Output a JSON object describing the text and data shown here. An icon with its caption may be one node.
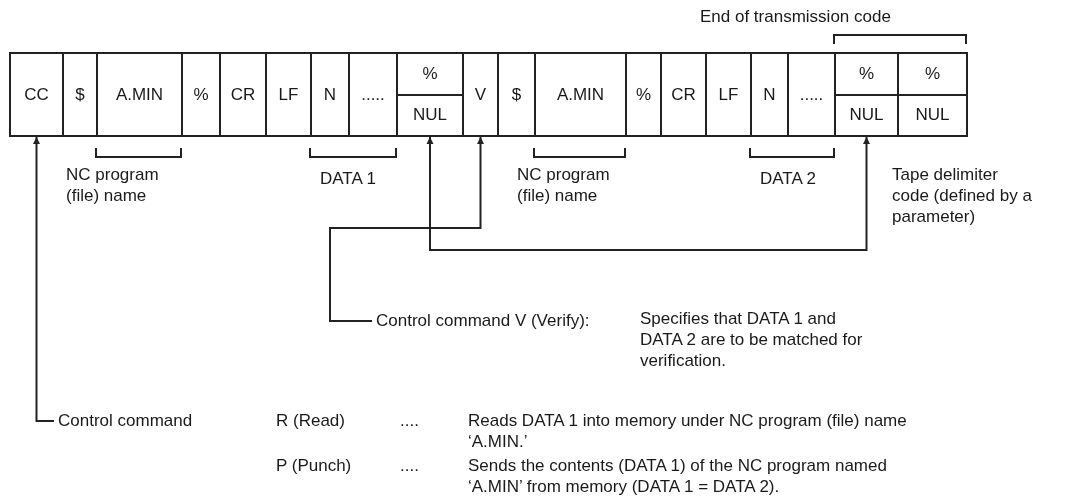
{
  "diagram": {
    "nodes": [
      {
        "text": [
          "CC"
        ]
      },
      {
        "text": [
          "$"
        ]
      },
      {
        "text": [
          "A.MIN"
        ]
      },
      {
        "text": [
          "%"
        ]
      },
      {
        "text": [
          "CR"
        ]
      },
      {
        "text": [
          "LF"
        ]
      },
      {
        "text": [
          "N"
        ]
      },
      {
        "text": [
          "....."
        ]
      },
      {
        "text": [
          "%",
          "NUL"
        ]
      },
      {
        "text": [
          "V"
        ]
      },
      {
        "text": [
          "$"
        ]
      },
      {
        "text": [
          "A.MIN"
        ]
      },
      {
        "text": [
          "%"
        ]
      },
      {
        "text": [
          "CR"
        ]
      },
      {
        "text": [
          "LF"
        ]
      },
      {
        "text": [
          "N"
        ]
      },
      {
        "text": [
          "....."
        ]
      },
      {
        "text": [
          "%",
          "NUL"
        ]
      },
      {
        "text": [
          "%",
          "NUL"
        ]
      },
      {
        "text": [
          "Control command V (Verify):"
        ]
      },
      {
        "text": [
          "Control command"
        ]
      }
    ],
    "edges": [
      {
        "from": 19,
        "to": 9,
        "arrow": "to"
      },
      {
        "from": 8,
        "to": 17,
        "arrow": "both"
      },
      {
        "from": 20,
        "to": 0,
        "arrow": "to"
      }
    ],
    "labels": [
      "End of transmission code",
      "NC program (file) name",
      "DATA 1",
      "NC program (file) name",
      "DATA 2",
      "Tape delimiter code (defined by a parameter)",
      "Specifies that DATA 1 and DATA 2 are to be matched for verification.",
      "R (Read)",
      "....",
      "Reads DATA 1 into memory under NC program (file) name ‘A.MIN.’",
      "P (Punch)",
      "....",
      "Sends the contents (DATA 1) of the NC program named ‘A.MIN’ from memory (DATA 1 = DATA 2)."
    ]
  }
}
